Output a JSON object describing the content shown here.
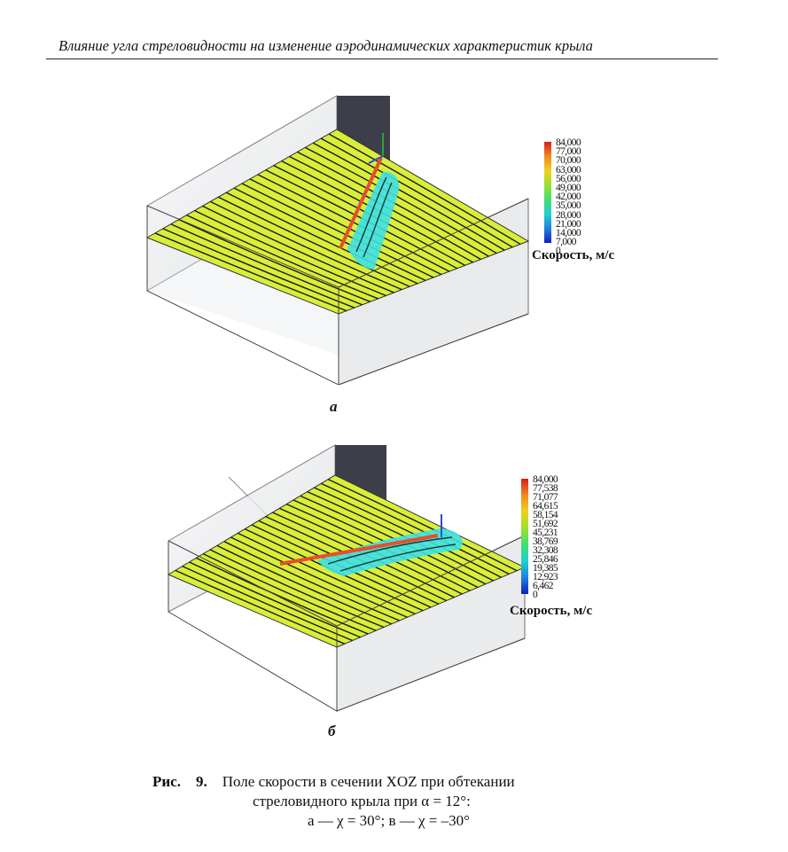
{
  "header": {
    "title": "Влияние угла стреловидности на изменение аэродинамических характеристик крыла"
  },
  "figure_a": {
    "label": "а",
    "legend_title": "Скорость, м/с",
    "ticks": [
      "84,000",
      "77,000",
      "70,000",
      "63,000",
      "56,000",
      "49,000",
      "42,000",
      "35,000",
      "28,000",
      "21,000",
      "14,000",
      "7,000",
      "0"
    ]
  },
  "figure_b": {
    "label": "б",
    "legend_title": "Скорость, м/с",
    "ticks": [
      "84,000",
      "77,538",
      "71,077",
      "64,615",
      "58,154",
      "51,692",
      "45,231",
      "38,769",
      "32,308",
      "25,846",
      "19,385",
      "12,923",
      "6,462",
      "0"
    ]
  },
  "caption": {
    "prefix": "Рис.",
    "number": "9.",
    "line1": "Поле скорости в сечении XOZ при обтекании",
    "line2": "стреловидного крыла при α = 12°:",
    "line3": "а — χ = 30°; в — χ = –30°"
  },
  "colors": {
    "plane": "#d8ee3a",
    "streamline": "#1a1a10",
    "box_dark": "#3c3f4a",
    "wing": "#e5502a",
    "low_speed": "#3fe0e6"
  }
}
